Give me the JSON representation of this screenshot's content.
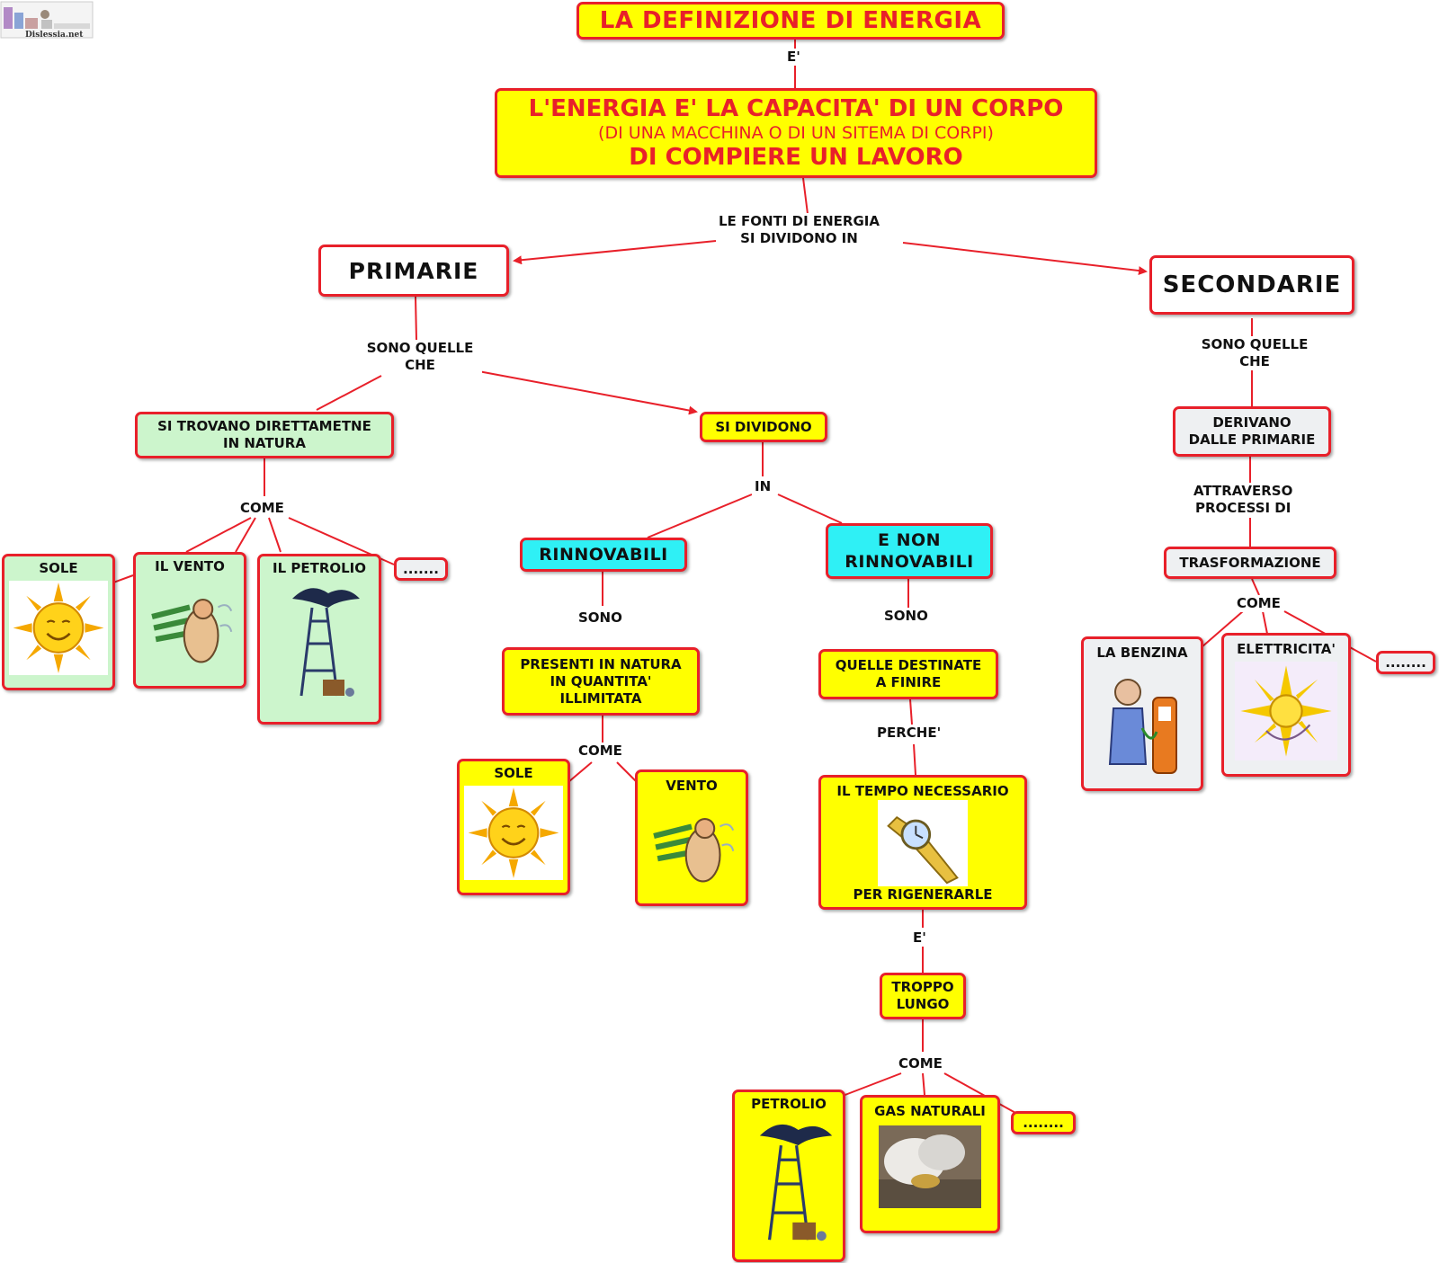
{
  "logo": {
    "text": "Dislessia.net"
  },
  "nodes": {
    "title": "LA DEFINIZIONE DI ENERGIA",
    "definition": {
      "line1": "L'ENERGIA E' LA CAPACITA' DI UN CORPO",
      "line2": "(DI UNA MACCHINA O DI UN SITEMA DI CORPI)",
      "line3": "DI COMPIERE UN LAVORO"
    },
    "primarie": "PRIMARIE",
    "secondarie": "SECONDARIE",
    "si_trovano": "SI TROVANO DIRETTAMETNE\nIN NATURA",
    "si_dividono": "SI DIVIDONO",
    "sole_a": "SOLE",
    "vento_a": "IL VENTO",
    "petrolio_a": "IL PETROLIO",
    "more_a": ".......",
    "rinnovabili": "RINNOVABILI",
    "non_rinnovabili": "E NON\nRINNOVABILI",
    "presenti": "PRESENTI IN NATURA\nIN QUANTITA'\nILLIMITATA",
    "destinate": "QUELLE DESTINATE\nA FINIRE",
    "sole_b": "SOLE",
    "vento_b": "VENTO",
    "tempo_top": "IL TEMPO NECESSARIO",
    "tempo_bottom": "PER RIGENERARLE",
    "troppo": "TROPPO\nLUNGO",
    "petrolio_b": "PETROLIO",
    "gas": "GAS NATURALI",
    "more_b": "........",
    "derivano": "DERIVANO\nDALLE PRIMARIE",
    "trasformazione": "TRASFORMAZIONE",
    "benzina": "LA BENZINA",
    "elettricita": "ELETTRICITA'",
    "more_c": "........"
  },
  "labels": {
    "e_1": "E'",
    "fonti": "LE FONTI DI ENERGIA\nSI DIVIDONO IN",
    "sono_quelle_1": "SONO QUELLE\nCHE",
    "sono_quelle_2": "SONO QUELLE\nCHE",
    "come_1": "COME",
    "in": "IN",
    "sono_1": "SONO",
    "sono_2": "SONO",
    "come_2": "COME",
    "perche": "PERCHE'",
    "e_2": "E'",
    "come_3": "COME",
    "attraverso": "ATTRAVERSO\nPROCESSI DI",
    "come_4": "COME"
  },
  "colors": {
    "border": "#e8202a",
    "yellow": "#ffff00",
    "green": "#ccf5cc",
    "cyan": "#2ff0f5",
    "grey": "#eef0f2",
    "title_text": "#e8202a"
  }
}
